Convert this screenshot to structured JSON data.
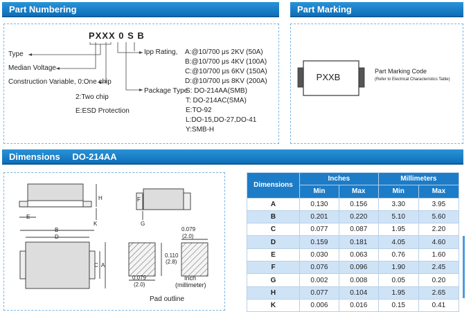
{
  "part_numbering": {
    "header": "Part Numbering",
    "code": "PXXX 0 S B",
    "labels": {
      "type": "Type",
      "median_voltage": "Median Voltage",
      "construction": "Construction Variable, 0:One chip",
      "two_chip": "2:Two chip",
      "esd": "E:ESD Protection",
      "ipp_rating": "Ipp Rating,",
      "package_type": "Package Type"
    },
    "ipp_options": [
      "A:@10/700 μs 2KV (50A)",
      "B:@10/700 μs 4KV (100A)",
      "C:@10/700 μs 6KV (150A)",
      "D:@10/700 μs 8KV (200A)"
    ],
    "package_options": [
      "S: DO-214AA(SMB)",
      "T: DO-214AC(SMA)",
      "E:TO-92",
      "L:DO-15,DO-27,DO-41",
      "Y:SMB-H"
    ]
  },
  "part_marking": {
    "header": "Part Marking",
    "mark_text": "PXXB",
    "code_label": "Part Marking Code",
    "code_note": "(Refer to Electrical Characteristics Table)"
  },
  "dimensions": {
    "header": "Dimensions",
    "package": "DO-214AA",
    "drawing": {
      "e": "E",
      "h": "H",
      "k": "K",
      "b": "B",
      "d": "D",
      "c": "C",
      "a": "A",
      "f": "F",
      "g": "G",
      "pad_w_in": "0.079",
      "pad_w_mm": "(2.0)",
      "pad_h_in": "0.110",
      "pad_h_mm": "(2.8)",
      "pad_gap_in": "0.079",
      "pad_gap_mm": "(2.0)",
      "unit_1": "Inch",
      "unit_2": "(millimeter)",
      "pad_caption": "Pad outline"
    },
    "table": {
      "col_dimensions": "Dimensions",
      "col_inches": "Inches",
      "col_mm": "Millimeters",
      "min": "Min",
      "max": "Max",
      "rows": [
        {
          "key": "A",
          "in_min": "0.130",
          "in_max": "0.156",
          "mm_min": "3.30",
          "mm_max": "3.95"
        },
        {
          "key": "B",
          "in_min": "0.201",
          "in_max": "0.220",
          "mm_min": "5.10",
          "mm_max": "5.60"
        },
        {
          "key": "C",
          "in_min": "0.077",
          "in_max": "0.087",
          "mm_min": "1.95",
          "mm_max": "2.20"
        },
        {
          "key": "D",
          "in_min": "0.159",
          "in_max": "0.181",
          "mm_min": "4.05",
          "mm_max": "4.60"
        },
        {
          "key": "E",
          "in_min": "0.030",
          "in_max": "0.063",
          "mm_min": "0.76",
          "mm_max": "1.60"
        },
        {
          "key": "F",
          "in_min": "0.076",
          "in_max": "0.096",
          "mm_min": "1.90",
          "mm_max": "2.45"
        },
        {
          "key": "G",
          "in_min": "0.002",
          "in_max": "0.008",
          "mm_min": "0.05",
          "mm_max": "0.20"
        },
        {
          "key": "H",
          "in_min": "0.077",
          "in_max": "0.104",
          "mm_min": "1.95",
          "mm_max": "2.65"
        },
        {
          "key": "K",
          "in_min": "0.006",
          "in_max": "0.016",
          "mm_min": "0.15",
          "mm_max": "0.41"
        }
      ]
    }
  },
  "colors": {
    "header_blue": "#1c7cc7",
    "row_alt": "#cfe3f7",
    "panel_border": "#7ab3e0"
  }
}
